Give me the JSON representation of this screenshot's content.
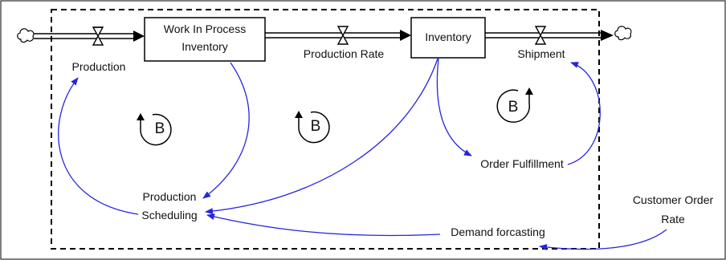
{
  "stocks": {
    "wip": {
      "line1": "Work In Process",
      "line2": "Inventory"
    },
    "inventory": {
      "label": "Inventory"
    }
  },
  "flows": {
    "production": "Production",
    "production_rate": "Production Rate",
    "shipment": "Shipment"
  },
  "variables": {
    "production_scheduling_line1": "Production",
    "production_scheduling_line2": "Scheduling",
    "order_fulfillment": "Order Fulfillment",
    "demand_forecasting": "Demand forcasting",
    "customer_order_rate_line1": "Customer Order",
    "customer_order_rate_line2": "Rate"
  },
  "loops": [
    "B",
    "B",
    "B"
  ],
  "colors": {
    "link": "#2525e0",
    "stroke": "#000000",
    "background": "#ffffff"
  }
}
